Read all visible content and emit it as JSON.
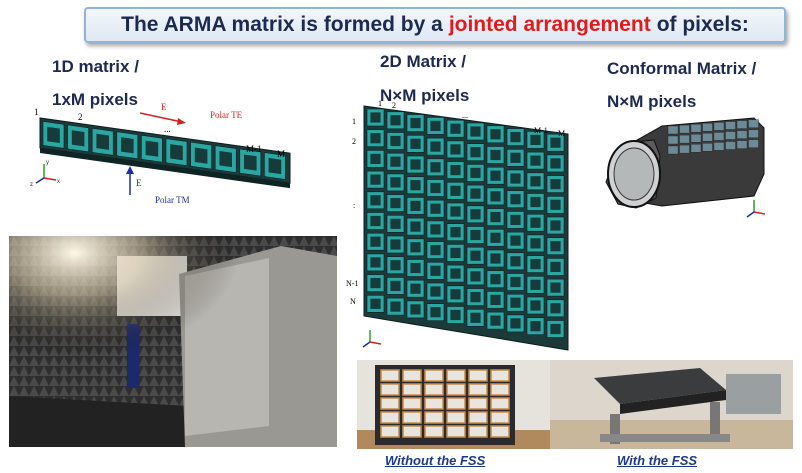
{
  "title": {
    "part1": "The ARMA matrix is formed by a",
    "highlight": "jointed arrangement",
    "part2": "of pixels:",
    "highlight_color": "#e01b1b"
  },
  "sections": {
    "one_d": {
      "line1": "1D matrix /",
      "line2": "1xM pixels"
    },
    "two_d": {
      "line1": "2D Matrix /",
      "line2": "N×M pixels"
    },
    "conformal": {
      "line1": "Conformal Matrix /",
      "line2": "N×M pixels"
    }
  },
  "diagram_1d": {
    "labels": {
      "first": "1",
      "second": "2",
      "dots": "...",
      "m_minus": "M-1",
      "m": "M"
    },
    "e_field_top": "E",
    "polar_te": "Polar TE",
    "e_field_bottom": "E",
    "polar_tm": "Polar TM"
  },
  "diagram_2d": {
    "col_labels": {
      "first": "1",
      "second": "2",
      "dots": "...",
      "m_minus": "M-1",
      "m": "M"
    },
    "row_labels": {
      "first": "1",
      "second": "2",
      "dots": ":",
      "n_minus": "N-1",
      "n": "N"
    }
  },
  "axes": {
    "x": "x",
    "y": "y",
    "z": "z"
  },
  "captions": {
    "without_fss": "Without the FSS",
    "with_fss": "With the FSS"
  },
  "colors": {
    "tile": "#2aa7a2",
    "tile_dark": "#173b3b",
    "title_text": "#1d2a4f",
    "caption": "#1d3a8a"
  }
}
